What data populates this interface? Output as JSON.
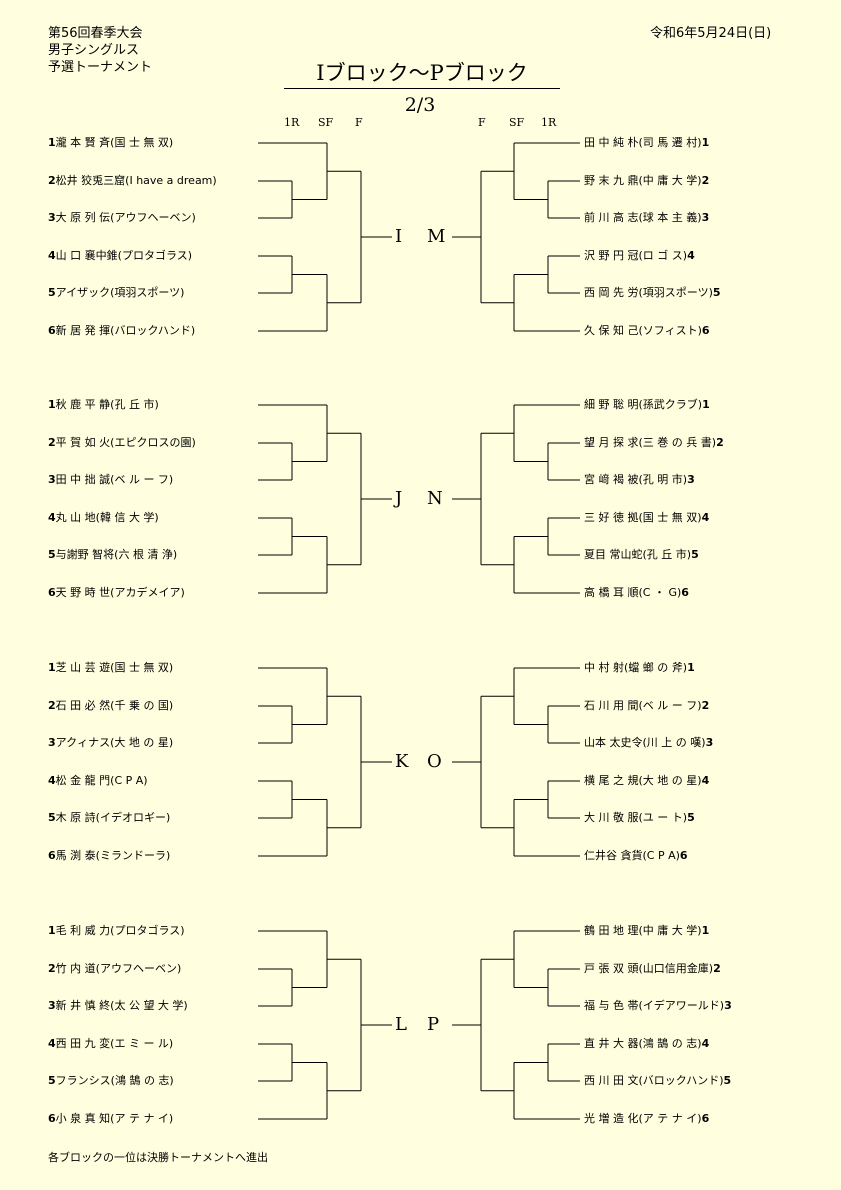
{
  "header": {
    "line1": "第56回春季大会",
    "line2": "男子シングルス",
    "line3": "予選トーナメント",
    "date": "令和6年5月24日(日)"
  },
  "title": "Iブロック～Pブロック",
  "page": "2/3",
  "round_labels": {
    "left": [
      "1R",
      "SF",
      "F"
    ],
    "right": [
      "F",
      "SF",
      "1R"
    ]
  },
  "groups": [
    {
      "left_block": "I",
      "right_block": "M",
      "left": [
        {
          "n": "1",
          "name": "瀧 本  賢 斉",
          "team": "(国 士 無 双)"
        },
        {
          "n": "2",
          "name": "松井 狡兎三窟",
          "team": "(I have a dream)"
        },
        {
          "n": "3",
          "name": "大 原  列 伝",
          "team": "(アウフヘーベン)"
        },
        {
          "n": "4",
          "name": "山 口  襄中錐",
          "team": "(プロタゴラス)"
        },
        {
          "n": "5",
          "name": "アイザック",
          "team": "(項羽スポーツ)"
        },
        {
          "n": "6",
          "name": "新 居  発 揮",
          "team": "(バロックハンド)"
        }
      ],
      "right": [
        {
          "n": "1",
          "name": "田 中  純 朴",
          "team": "(司 馬 遷 村)"
        },
        {
          "n": "2",
          "name": "野 末  九 鼎",
          "team": "(中 庸 大 学)"
        },
        {
          "n": "3",
          "name": "前 川  高 志",
          "team": "(球 本 主 義)"
        },
        {
          "n": "4",
          "name": "沢 野  円 冠",
          "team": "(ロ  ゴ  ス)"
        },
        {
          "n": "5",
          "name": "西 岡  先 労",
          "team": "(項羽スポーツ)"
        },
        {
          "n": "6",
          "name": "久 保  知 己",
          "team": "(ソフィスト)"
        }
      ]
    },
    {
      "left_block": "J",
      "right_block": "N",
      "left": [
        {
          "n": "1",
          "name": "秋 鹿  平 静",
          "team": "(孔  丘  市)"
        },
        {
          "n": "2",
          "name": "平 賀  如 火",
          "team": "(エピクロスの園)"
        },
        {
          "n": "3",
          "name": "田 中  拙 誠",
          "team": "(ベ ル ー フ)"
        },
        {
          "n": "4",
          "name": "丸 山    地",
          "team": "(韓 信 大 学)"
        },
        {
          "n": "5",
          "name": "与謝野 智将",
          "team": "(六 根 清 浄)"
        },
        {
          "n": "6",
          "name": "天 野  時 世",
          "team": "(アカデメイア)"
        }
      ],
      "right": [
        {
          "n": "1",
          "name": "細 野  聡 明",
          "team": "(孫武クラブ)"
        },
        {
          "n": "2",
          "name": "望 月  探 求",
          "team": "(三 巻 の 兵 書)"
        },
        {
          "n": "3",
          "name": "宮 﨑  褐 被",
          "team": "(孔  明  市)"
        },
        {
          "n": "4",
          "name": "三 好  徳 拠",
          "team": "(国 士 無 双)"
        },
        {
          "n": "5",
          "name": "夏目 常山蛇",
          "team": "(孔  丘  市)"
        },
        {
          "n": "6",
          "name": "高 橋  耳 順",
          "team": "(C  ・  G)"
        }
      ]
    },
    {
      "left_block": "K",
      "right_block": "O",
      "left": [
        {
          "n": "1",
          "name": "芝 山  芸 遊",
          "team": "(国 士 無 双)"
        },
        {
          "n": "2",
          "name": "石 田  必 然",
          "team": "(千 乗 の 国)"
        },
        {
          "n": "3",
          "name": "アクィナス",
          "team": "(大 地 の 星)"
        },
        {
          "n": "4",
          "name": "松 金  龍 門",
          "team": "(C  P  A)"
        },
        {
          "n": "5",
          "name": "木 原    詩",
          "team": "(イデオロギー)"
        },
        {
          "n": "6",
          "name": "馬 渕    泰",
          "team": "(ミランドーラ)"
        }
      ],
      "right": [
        {
          "n": "1",
          "name": "中 村    射",
          "team": "(蟷 螂 の 斧)"
        },
        {
          "n": "2",
          "name": "石 川  用 間",
          "team": "(ベ ル ー フ)"
        },
        {
          "n": "3",
          "name": "山本 太史令",
          "team": "(川 上 の 嘆)"
        },
        {
          "n": "4",
          "name": "横 尾  之 規",
          "team": "(大 地 の 星)"
        },
        {
          "n": "5",
          "name": "大 川  敬 服",
          "team": "(ユ  ー  ト)"
        },
        {
          "n": "6",
          "name": "仁井谷 貪貨",
          "team": "(C  P  A)"
        }
      ]
    },
    {
      "left_block": "L",
      "right_block": "P",
      "left": [
        {
          "n": "1",
          "name": "毛 利  威 力",
          "team": "(プロタゴラス)"
        },
        {
          "n": "2",
          "name": "竹 内    道",
          "team": "(アウフヘーベン)"
        },
        {
          "n": "3",
          "name": "新 井  慎 終",
          "team": "(太 公 望 大 学)"
        },
        {
          "n": "4",
          "name": "西 田  九 変",
          "team": "(エ ミ ー ル)"
        },
        {
          "n": "5",
          "name": "フランシス",
          "team": "(鴻 鵠 の 志)"
        },
        {
          "n": "6",
          "name": "小 泉  真 知",
          "team": "(ア テ ナ イ)"
        }
      ],
      "right": [
        {
          "n": "1",
          "name": "鶴 田  地 理",
          "team": "(中 庸 大 学)"
        },
        {
          "n": "2",
          "name": "戸 張  双 頭",
          "team": "(山口信用金庫)"
        },
        {
          "n": "3",
          "name": "福 与  色 帯",
          "team": "(イデアワールド)"
        },
        {
          "n": "4",
          "name": "直 井  大 器",
          "team": "(鴻 鵠 の 志)"
        },
        {
          "n": "5",
          "name": "西 川  田 文",
          "team": "(バロックハンド)"
        },
        {
          "n": "6",
          "name": "光 増  造 化",
          "team": "(ア テ ナ イ)"
        }
      ]
    }
  ],
  "footer": "各ブロックの一位は決勝トーナメントへ進出"
}
